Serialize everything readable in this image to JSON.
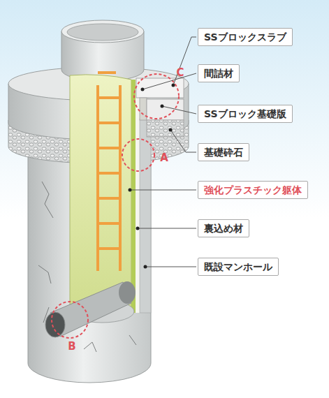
{
  "diagram": {
    "nodes": [
      {
        "text": [
          "SSブロックスラブ"
        ]
      },
      {
        "text": [
          "間詰材"
        ]
      },
      {
        "text": [
          "SSブロック基礎版"
        ]
      },
      {
        "text": [
          "基礎砕石"
        ]
      },
      {
        "text": [
          "強化プラスチック躯体"
        ]
      },
      {
        "text": [
          "裏込め材"
        ]
      },
      {
        "text": [
          "既設マンホール"
        ]
      }
    ],
    "labels": [
      "C",
      "A",
      "B"
    ]
  }
}
